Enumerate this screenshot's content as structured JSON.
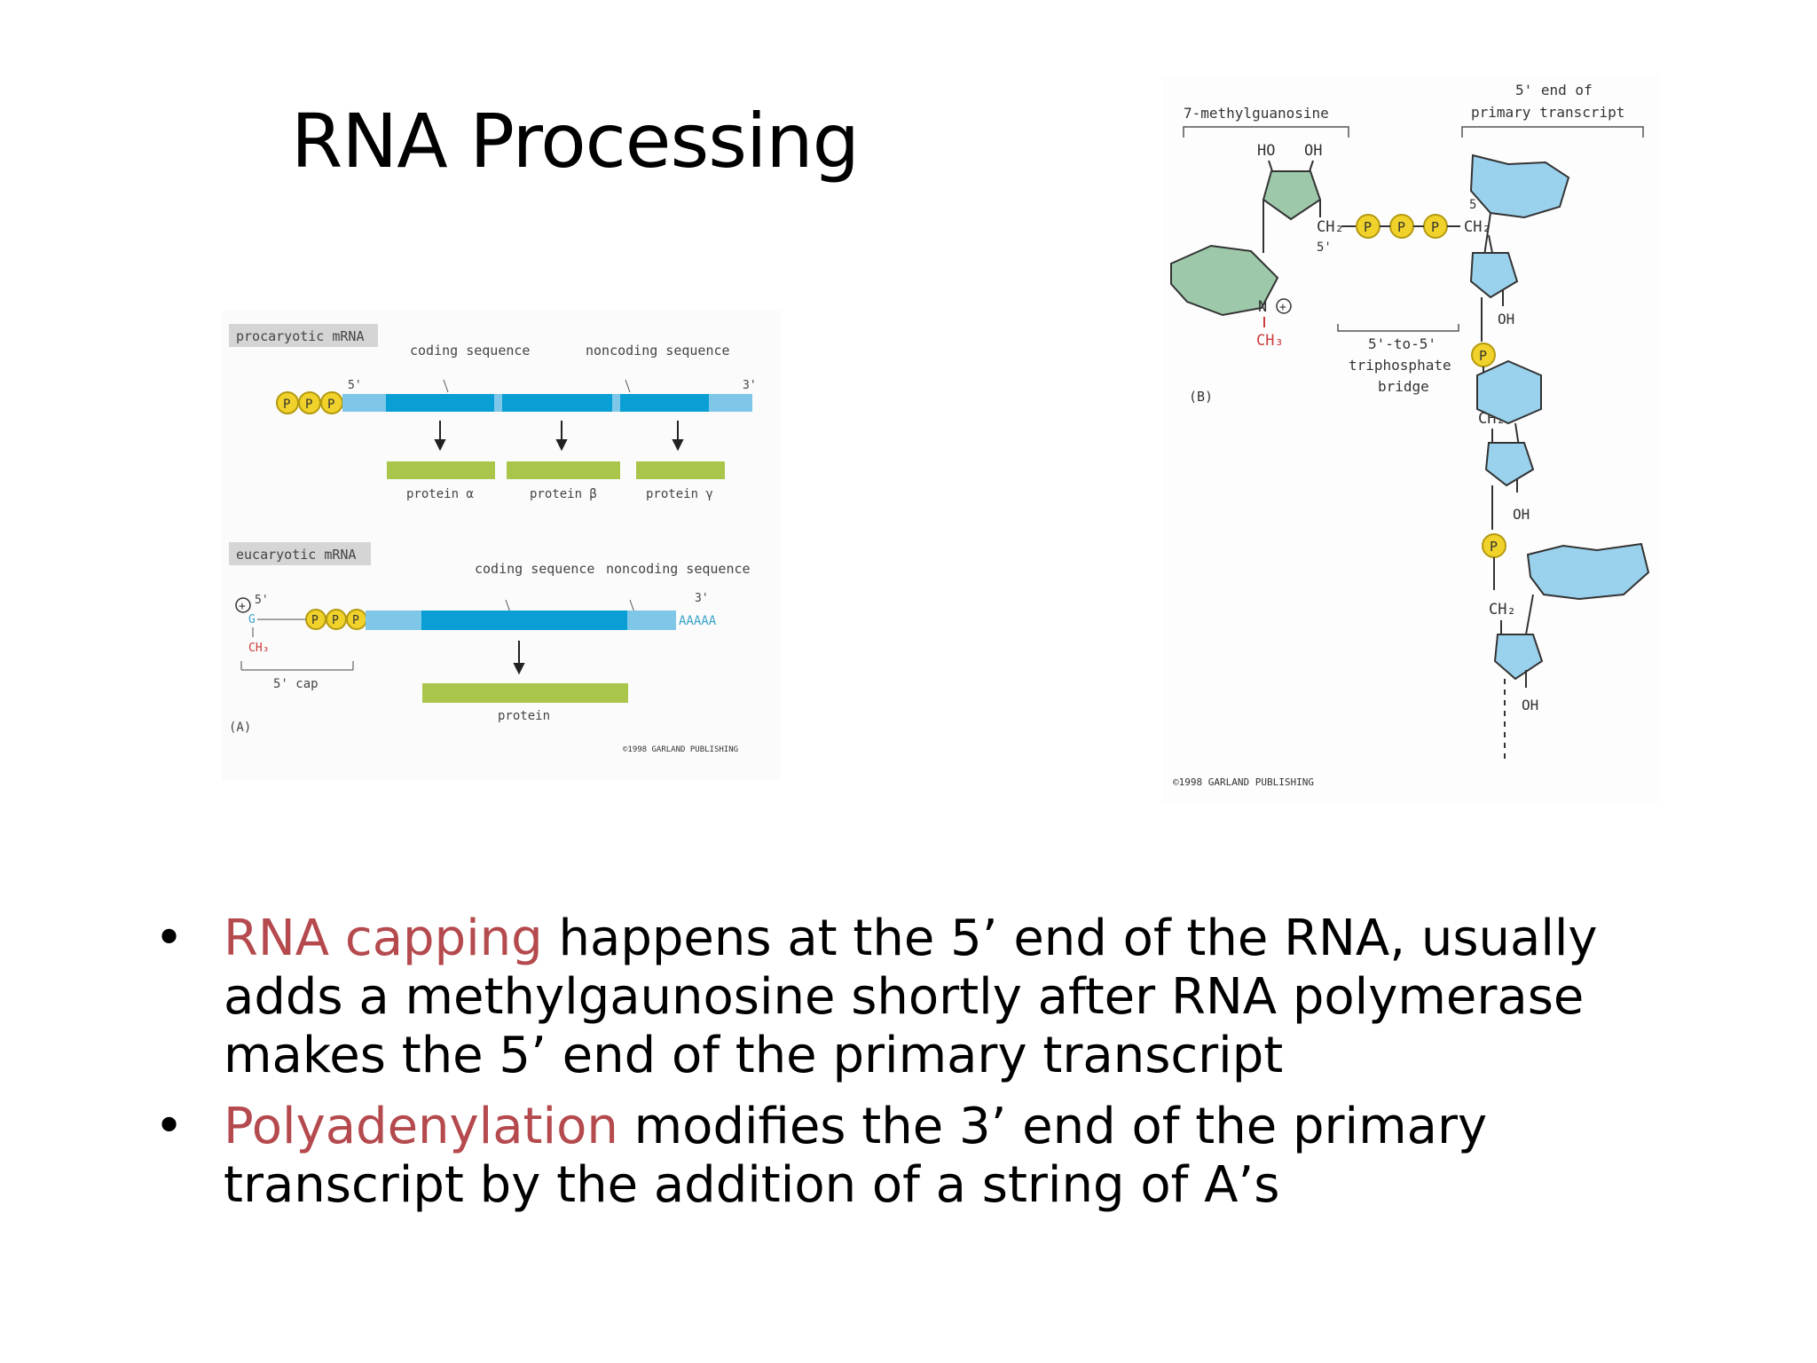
{
  "slide": {
    "title": "RNA Processing",
    "bullets": [
      {
        "highlight": "RNA capping",
        "text": " happens at the 5’ end of the RNA, usually adds a methylgaunosine shortly after RNA polymerase makes the 5’ end of the primary transcript"
      },
      {
        "highlight": "Polyadenylation",
        "text": " modifies the 3’ end of the primary transcript by the addition of a string of A’s"
      }
    ],
    "bullet_symbol": "•"
  },
  "figure_a": {
    "prokaryotic_label": "procaryotic mRNA",
    "coding_sequence": "coding sequence",
    "noncoding_sequence": "noncoding sequence",
    "five_prime": "5'",
    "three_prime": "3'",
    "phosphate": "P",
    "protein_alpha": "protein α",
    "protein_beta": "protein β",
    "protein_gamma": "protein γ",
    "eukaryotic_label": "eucaryotic mRNA",
    "cap_g": "G",
    "cap_ch3": "CH₃",
    "cap_plus": "+",
    "polya": "AAAAA",
    "five_cap": "5' cap",
    "protein": "protein",
    "panel": "(A)",
    "copyright": "©1998 GARLAND PUBLISHING"
  },
  "figure_b": {
    "methylguanosine": "7-methylguanosine",
    "five_end_line1": "5' end of",
    "five_end_line2": "primary transcript",
    "ho": "HO",
    "oh": "OH",
    "ch2": "CH₂",
    "five_prime": "5'",
    "n_plus": "N",
    "plus": "+",
    "ch3": "CH₃",
    "p": "P",
    "bridge_line1": "5'-to-5'",
    "bridge_line2": "triphosphate",
    "bridge_line3": "bridge",
    "panel": "(B)",
    "copyright": "©1998 GARLAND PUBLISHING"
  },
  "colors": {
    "rna_light": "#7ec7e8",
    "rna_dark": "#0a9fd4",
    "protein": "#a9c64a",
    "phosphate": "#f1d22a",
    "guanosine": "#9dc9aa",
    "nucleotide": "#9ad2ee",
    "highlight": "#b54a4e"
  }
}
